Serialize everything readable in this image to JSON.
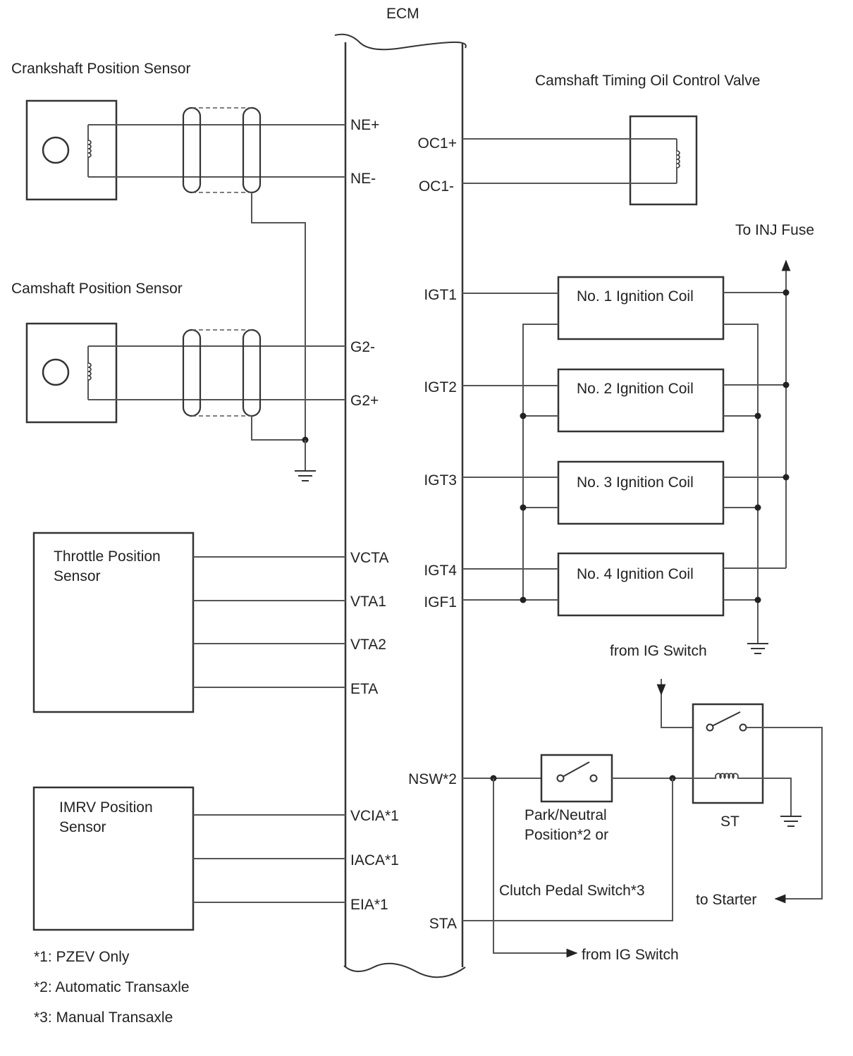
{
  "ecm": {
    "title": "ECM"
  },
  "sensors": {
    "crankshaft": "Crankshaft Position Sensor",
    "camshaft": "Camshaft Position Sensor",
    "throttle": [
      "Throttle Position",
      "Sensor"
    ],
    "imrv": [
      "IMRV Position",
      "Sensor"
    ]
  },
  "ocv": {
    "title": "Camshaft Timing Oil Control Valve"
  },
  "inj_fuse": "To INJ Fuse",
  "pins_left": {
    "ne_plus": "NE+",
    "ne_minus": "NE-",
    "g2_minus": "G2-",
    "g2_plus": "G2+",
    "vcta": "VCTA",
    "vta1": "VTA1",
    "vta2": "VTA2",
    "eta": "ETA",
    "vcia": "VCIA*1",
    "iaca": "IACA*1",
    "eia": "EIA*1"
  },
  "pins_right": {
    "oc1_plus": "OC1+",
    "oc1_minus": "OC1-",
    "igt1": "IGT1",
    "igt2": "IGT2",
    "igt3": "IGT3",
    "igt4": "IGT4",
    "igf1": "IGF1",
    "nsw": "NSW*2",
    "sta": "STA"
  },
  "coils": [
    "No. 1 Ignition Coil",
    "No. 2 Ignition Coil",
    "No. 3 Ignition Coil",
    "No. 4 Ignition Coil"
  ],
  "switch_section": {
    "from_ig_switch_top": "from IG Switch",
    "relay": "ST",
    "park_neutral": [
      "Park/Neutral",
      "Position*2 or"
    ],
    "clutch": "Clutch Pedal Switch*3",
    "to_starter": "to Starter",
    "from_ig_switch_bottom": "from IG Switch"
  },
  "notes": [
    "*1: PZEV Only",
    "*2: Automatic Transaxle",
    "*3: Manual Transaxle"
  ]
}
